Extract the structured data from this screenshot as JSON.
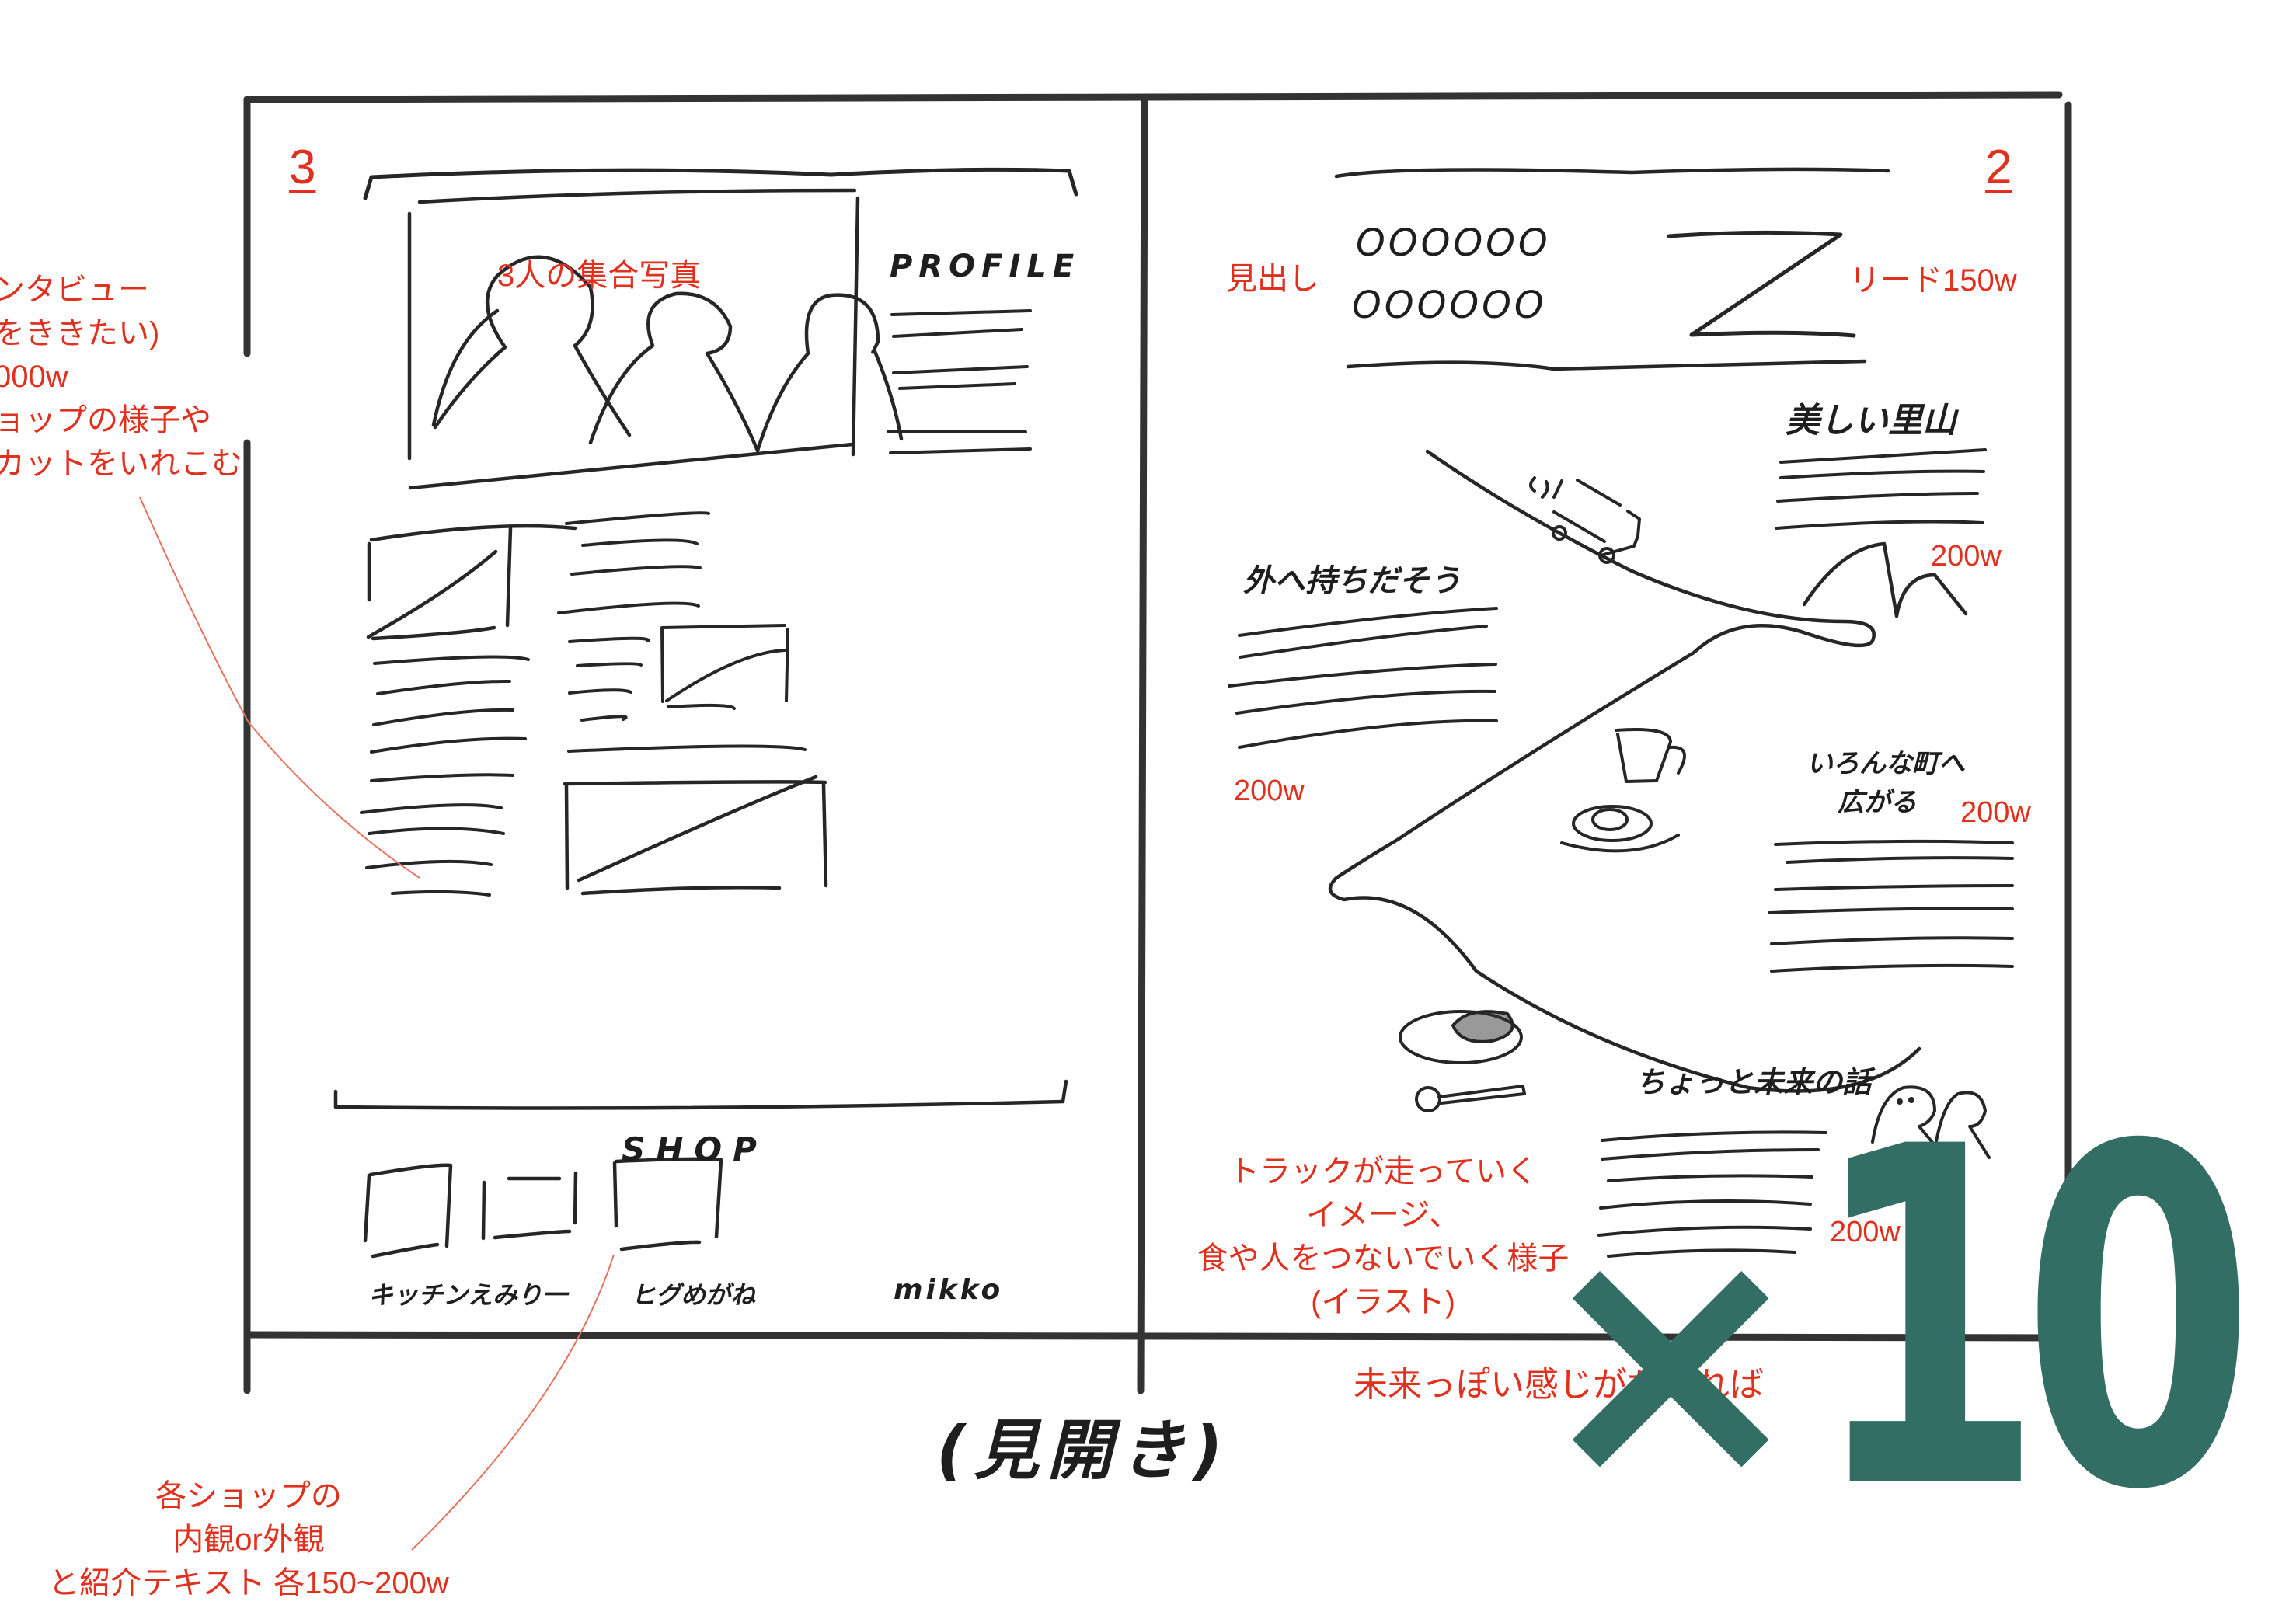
{
  "spread": {
    "caption": "(見開き)",
    "multiplier_overlay": {
      "symbol": "×",
      "count": "10",
      "color": "#326E63"
    },
    "annotation_color": "#E0301E"
  },
  "left_page": {
    "page_number": "3",
    "group_photo_label": "3人の集合写真",
    "profile_heading": "PROFILE",
    "shop_heading": "SHOP",
    "shops": [
      {
        "name": "キッチンえみり一"
      },
      {
        "name": "ヒグめがね"
      },
      {
        "name": "mikko"
      }
    ],
    "side_note": {
      "lines": [
        "ンタビュー",
        "をききたい)",
        "000w",
        "ョップの様子や",
        "カットをいれこむ"
      ]
    },
    "bottom_note": {
      "lines": [
        "各ショップの",
        "内観or外観",
        "と紹介テキスト 各150~200w"
      ]
    }
  },
  "right_page": {
    "page_number": "2",
    "headline_label": "見出し",
    "headline_placeholder_rows": [
      "OOOOOO",
      "OOOOOO"
    ],
    "lead_label": "リード150w",
    "sections": [
      {
        "heading": "美しい里山",
        "word_count": "200w"
      },
      {
        "heading": "外へ持ちだそう",
        "word_count": "200w"
      },
      {
        "heading": "いろんな町へ広がる",
        "heading_lines": [
          "いろんな町へ",
          "広がる"
        ],
        "word_count": "200w"
      },
      {
        "heading": "ちょっと未来の話",
        "word_count": "200w"
      }
    ],
    "illustration_note": {
      "lines": [
        "トラックが走っていく",
        "イメージ、",
        "食や人をつないでいく様子",
        "(イラスト)"
      ]
    },
    "future_note": "未来っぽい感じがだせれば"
  }
}
